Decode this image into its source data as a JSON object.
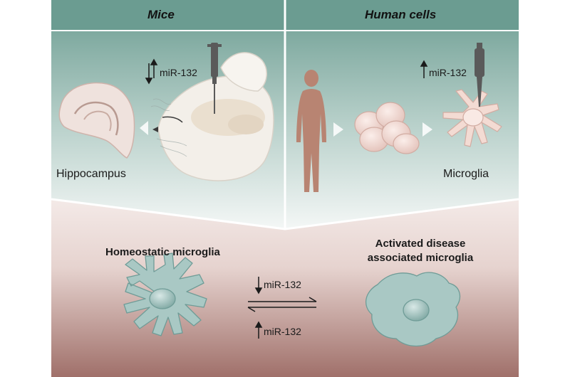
{
  "panels": {
    "left_header": "Mice",
    "right_header": "Human cells"
  },
  "labels": {
    "hippocampus": "Hippocampus",
    "microglia": "Microglia",
    "mouse_mir": "miR-132",
    "human_mir": "miR-132",
    "homeostatic": "Homeostatic microglia",
    "activated_line1": "Activated disease",
    "activated_line2": "associated microglia",
    "down_mir": "miR-132",
    "up_mir": "miR-132"
  },
  "colors": {
    "panel_top": "#6b9c91",
    "panel_bottom": "#f3f6f5",
    "lower_top": "#f6eeec",
    "lower_bottom": "#a06f69",
    "cell_fill": "#a9c8c4",
    "cell_stroke": "#6f9c97",
    "human_figure": "#b88472",
    "mouse_fill": "#f3efe9"
  },
  "icons": [
    "syringe-icon",
    "pipette-icon",
    "up-down-arrow-icon",
    "down-arrow-icon",
    "up-arrow-icon",
    "equilibrium-arrows-icon"
  ]
}
